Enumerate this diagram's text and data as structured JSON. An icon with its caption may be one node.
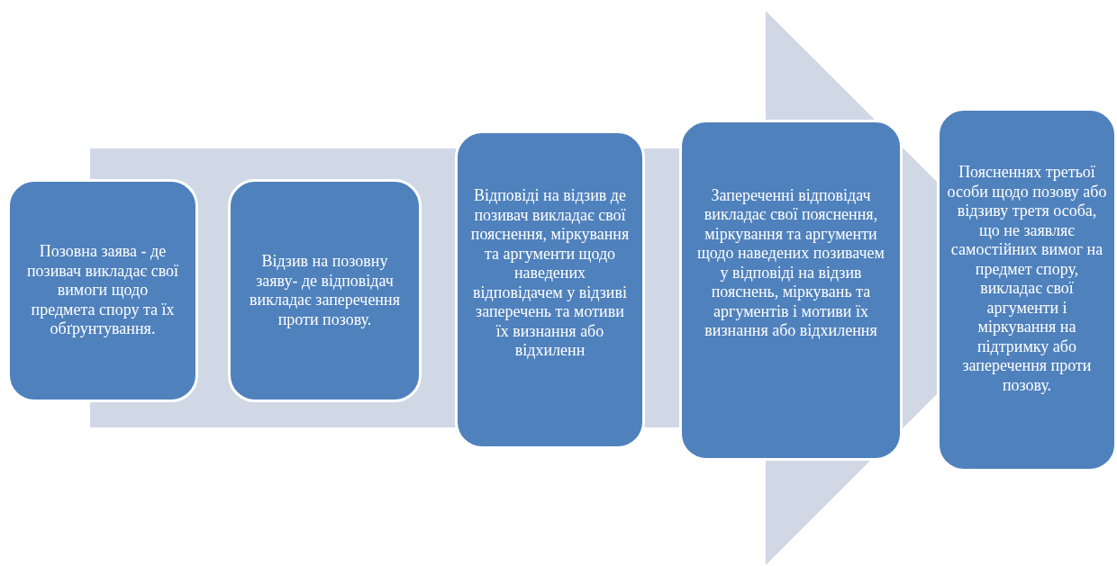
{
  "diagram": {
    "nodes": [
      {
        "text": [
          "Позовна заява - де позивач викладає свої вимоги щодо предмета спору та їх обґрунтування."
        ]
      },
      {
        "text": [
          "Відзив на позовну заяву- де відповідач викладає заперечення проти позову."
        ]
      },
      {
        "text": [
          "Відповіді на відзив де позивач викладає свої пояснення, міркування та аргументи щодо наведених відповідачем у відзиві заперечень та мотиви їх визнання або відхиленн"
        ]
      },
      {
        "text": [
          "Запереченні відповідач викладає свої пояснення, міркування та аргументи щодо наведених позивачем у відповіді на відзив пояснень, міркувань та аргументів і мотиви їх визнання або відхилення"
        ]
      },
      {
        "text": [
          "Поясненнях третьої особи щодо позову або відзиву третя особа, що не заявляє самостійних вимог на предмет спору, викладає свої аргументи і міркування на підтримку або заперечення проти позову."
        ]
      }
    ],
    "edges": [
      {
        "from": 0,
        "to": 4,
        "arrow": "to"
      }
    ]
  }
}
